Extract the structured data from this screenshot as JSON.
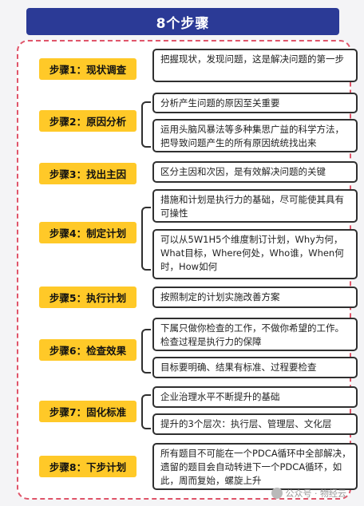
{
  "title": "8个步骤",
  "steps": [
    {
      "label": "步骤1：现状调查",
      "boxes": [
        "把握现状，发现问题，这是解决问题的第一步"
      ]
    },
    {
      "label": "步骤2：原因分析",
      "boxes": [
        "分析产生问题的原因至关重要",
        "运用头脑风暴法等多种集思广益的科学方法，把导致问题产生的所有原因统统找出来"
      ]
    },
    {
      "label": "步骤3：找出主因",
      "boxes": [
        "区分主因和次因，是有效解决问题的关键"
      ]
    },
    {
      "label": "步骤4：制定计划",
      "boxes": [
        "措施和计划是执行力的基础，尽可能使其具有可操性",
        "可以从5W1H5个维度制订计划，Why为何，What目标，Where何处，Who谁，When何时，How如何"
      ]
    },
    {
      "label": "步骤5：执行计划",
      "boxes": [
        "按照制定的计划实施改善方案"
      ]
    },
    {
      "label": "步骤6：检查效果",
      "boxes": [
        "下属只做你检查的工作，不做你希望的工作。检查过程是执行力的保障",
        "目标要明确、结果有标准、过程要检查"
      ]
    },
    {
      "label": "步骤7：固化标准",
      "boxes": [
        "企业治理水平不断提升的基础",
        "提升的3个层次：执行层、管理层、文化层"
      ]
    },
    {
      "label": "步骤8：下步计划",
      "boxes": [
        "所有题目不可能在一个PDCA循环中全部解决，遗留的题目会自动转进下一个PDCA循环，如此，周而复始，螺旋上升"
      ]
    }
  ],
  "footer": "公众号 · 物经云",
  "colors": {
    "title_bg": "#2b3a96",
    "label_bg": "#ffc928",
    "frame_border": "#e0556a"
  }
}
